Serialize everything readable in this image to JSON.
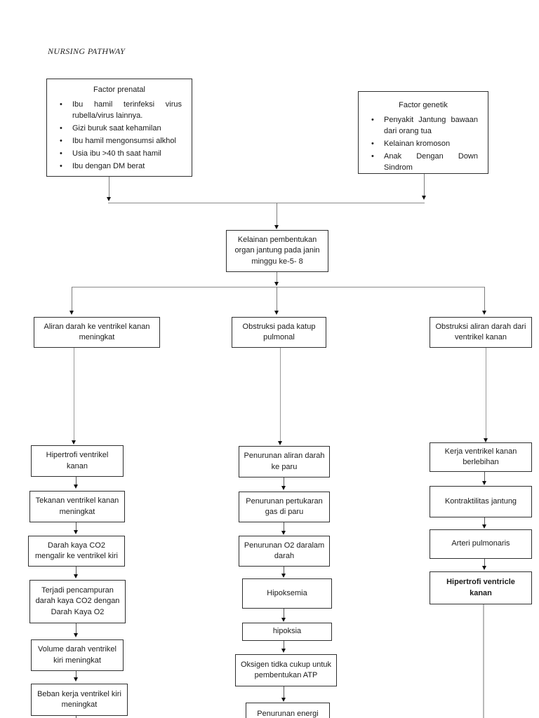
{
  "page": {
    "title": "NURSING PATHWAY"
  },
  "factor_prenatal": {
    "title": "Factor prenatal",
    "items": [
      "Ibu hamil terinfeksi virus rubella/virus lainnya.",
      "Gizi buruk saat kehamilan",
      "Ibu hamil mengonsumsi alkhol",
      "Usia ibu >40 th saat hamil",
      "Ibu dengan DM berat"
    ]
  },
  "factor_genetik": {
    "title": "Factor genetik",
    "items": [
      "Penyakit Jantung bawaan dari orang tua",
      "Kelainan kromoson",
      "Anak Dengan Down Sindrom"
    ]
  },
  "nodes": {
    "kelainan": "Kelainan pembentukan organ jantung pada janin minggu ke-5- 8",
    "branch_left": "Aliran darah ke ventrikel kanan meningkat",
    "branch_mid": "Obstruksi pada katup pulmonal",
    "branch_right": "Obstruksi aliran darah dari ventrikel kanan",
    "left": [
      "Hipertrofi ventrikel kanan",
      "Tekanan ventrikel kanan meningkat",
      "Darah kaya CO2 mengalir ke ventrikel kiri",
      "Terjadi pencampuran darah kaya CO2 dengan Darah Kaya O2",
      "Volume darah ventrikel kiri meningkat",
      "Beban kerja ventrikel kiri meningkat"
    ],
    "mid": [
      "Penurunan aliran darah ke paru",
      "Penurunan pertukaran gas di paru",
      "Penurunan O2 daralam darah",
      "Hipoksemia",
      "hipoksia",
      "Oksigen tidka cukup untuk pembentukan ATP",
      "Penurunan energi"
    ],
    "right": [
      "Kerja ventrikel kanan berlebihan",
      "Kontraktilitas jantung",
      "Arteri pulmonaris",
      "Hipertrofi ventricle kanan"
    ]
  },
  "colors": {
    "box_border": "#2f2f2f",
    "text": "#1b1b1b",
    "connector": "#8a8a8a",
    "arrowhead": "#111111"
  }
}
